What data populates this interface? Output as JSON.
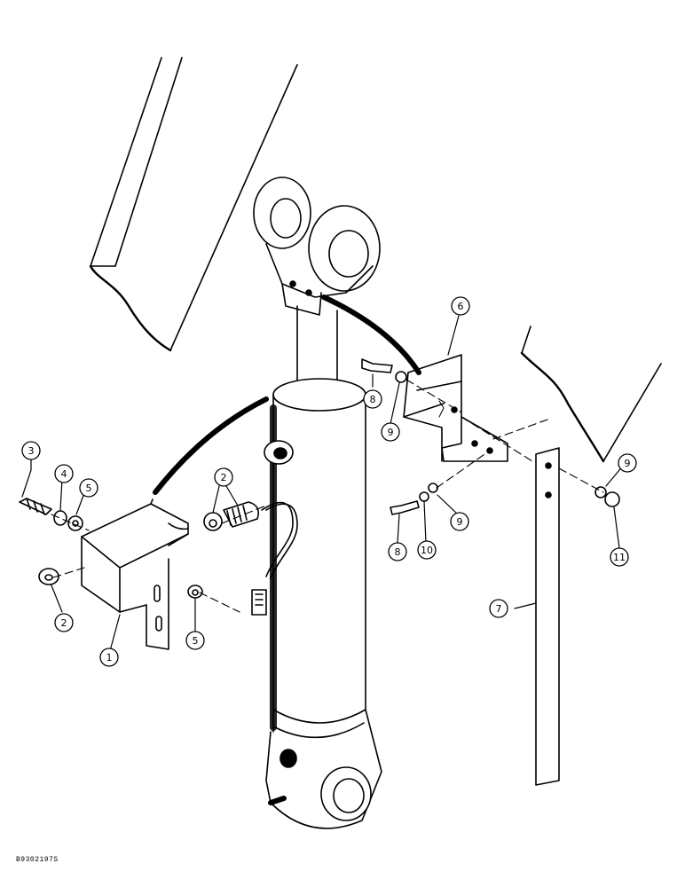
{
  "figure_id": "B9302197S",
  "callouts": [
    {
      "id": "c3a",
      "label": "3"
    },
    {
      "id": "c4a",
      "label": "4"
    },
    {
      "id": "c5a",
      "label": "5"
    },
    {
      "id": "c2a",
      "label": "2"
    },
    {
      "id": "c2b",
      "label": "2"
    },
    {
      "id": "c1",
      "label": "1"
    },
    {
      "id": "c5b",
      "label": "5"
    },
    {
      "id": "c6",
      "label": "6"
    },
    {
      "id": "c8a",
      "label": "8"
    },
    {
      "id": "c9a",
      "label": "9"
    },
    {
      "id": "c9b",
      "label": "9"
    },
    {
      "id": "c8b",
      "label": "8"
    },
    {
      "id": "c10",
      "label": "10"
    },
    {
      "id": "c9c",
      "label": "9"
    },
    {
      "id": "c11",
      "label": "11"
    },
    {
      "id": "c7",
      "label": "7"
    }
  ]
}
